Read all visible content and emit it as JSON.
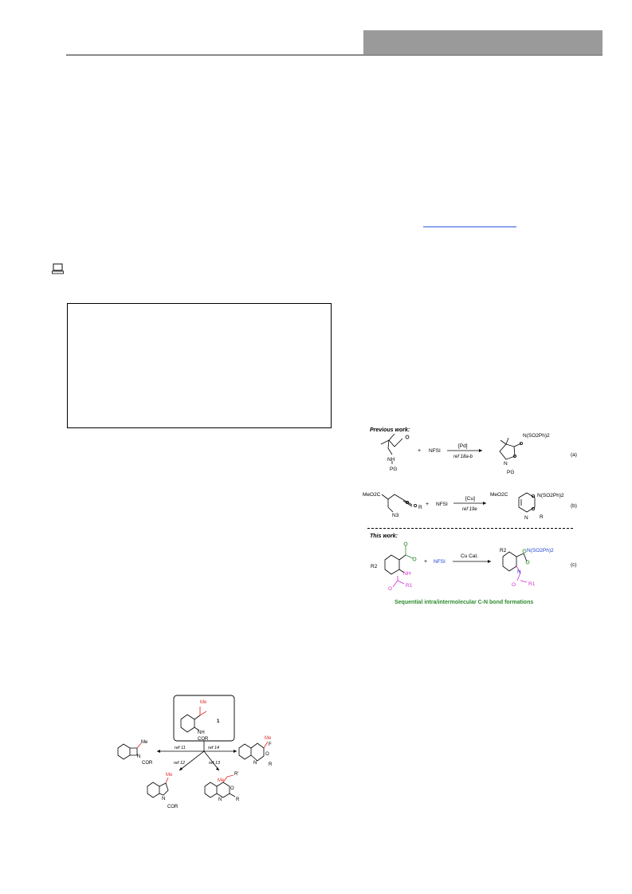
{
  "fig2": {
    "previous_work_label": "Previous work:",
    "row_a": {
      "substrate_nh": "NH",
      "substrate_pg": "PG",
      "plus": "+",
      "reagent": "NFSI",
      "condition_top": "[Pd]",
      "condition_bottom": "ref 18a-b",
      "product_group": "N(SO2Ph)2",
      "product_n": "N",
      "product_pg": "PG",
      "tag": "(a)"
    },
    "row_b": {
      "substrate_ester": "MeO2C",
      "substrate_azide": "N3",
      "substrate_r": "R",
      "plus": "+",
      "reagent": "NFSI",
      "condition_top": "[Cu]",
      "condition_bottom": "ref 19e",
      "product_ester": "MeO2C",
      "product_group": "N(SO2Ph)2",
      "product_n": "N",
      "product_r": "R",
      "tag": "(b)"
    },
    "this_work_label": "This work:",
    "row_c": {
      "substrate_r2": "R2",
      "substrate_nh": "NH",
      "substrate_o": "O",
      "substrate_r1": "R1",
      "plus": "+",
      "reagent": "NFSI",
      "condition_top": "Cu Cat.",
      "product_r2": "R2",
      "product_group": "N(SO2Ph)2",
      "product_n": "N",
      "product_o": "O",
      "product_r1": "R1",
      "tag": "(c)"
    },
    "caption": "Sequential intra/intermolecular C-N bond formations",
    "colors": {
      "green": "#2e8b2e",
      "blue": "#1f3fd1",
      "magenta": "#d12fd1",
      "red": "#e03030"
    }
  },
  "fig1": {
    "center_me": "Me",
    "center_nh": "NH",
    "center_cor": "COR",
    "center_number": "1",
    "left_me": "Me",
    "left_n": "N",
    "left_cor": "COR",
    "left_ref": "ref 11",
    "right_ref": "ref 14",
    "right_me": "Me",
    "right_f": "F",
    "right_o": "O",
    "right_n": "N",
    "right_r": "R",
    "bl_ref": "ref 12",
    "bl_me": "Me",
    "bl_n": "N",
    "bl_cor": "COR",
    "br_ref": "ref 13",
    "br_me": "Me",
    "br_rprime": "R'",
    "br_o": "O",
    "br_n": "N",
    "br_r": "R"
  },
  "icons": {
    "computer": "computer-icon"
  }
}
